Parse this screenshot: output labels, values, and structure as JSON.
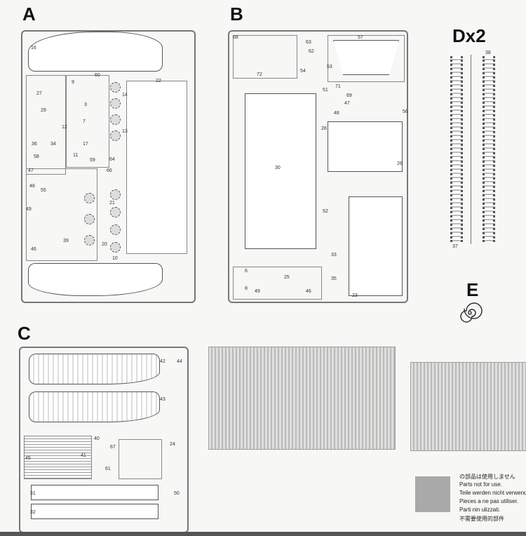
{
  "sprue_labels": {
    "a": "A",
    "b": "B",
    "d": "Dx2",
    "e": "E",
    "c": "C"
  },
  "sprue_a": {
    "parts": [
      "16",
      "60",
      "22",
      "27",
      "29",
      "14",
      "13",
      "12",
      "58",
      "34",
      "36",
      "47",
      "48",
      "55",
      "49",
      "46",
      "66",
      "21",
      "20",
      "39",
      "59",
      "64",
      "10",
      "9",
      "3",
      "7",
      "17",
      "11"
    ]
  },
  "sprue_b": {
    "parts": [
      "68",
      "63",
      "62",
      "57",
      "72",
      "54",
      "53",
      "51",
      "71",
      "69",
      "47",
      "48",
      "56",
      "28",
      "26",
      "30",
      "52",
      "33",
      "35",
      "23",
      "6",
      "8",
      "25",
      "49",
      "46"
    ]
  },
  "sprue_d": {
    "parts": [
      "38",
      "37"
    ]
  },
  "sprue_c": {
    "parts": [
      "42",
      "44",
      "43",
      "45",
      "41",
      "40",
      "67",
      "24",
      "61",
      "31",
      "50",
      "32"
    ]
  },
  "legend": {
    "lines": [
      "の部品は使用しません",
      "Parts not for use.",
      "Teile werden nicht verwendet.",
      "Pieces a ne pas utiliser.",
      "Parti nin ulizzati.",
      "不需要使用的部件"
    ],
    "swatch_color": "#a9a9a9"
  }
}
